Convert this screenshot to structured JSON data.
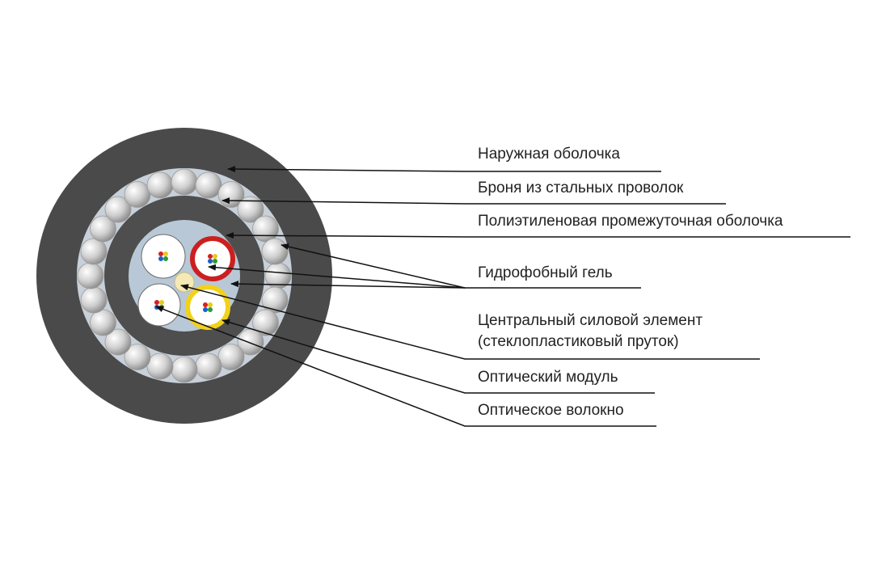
{
  "labels": {
    "outer_sheath": "Наружная оболочка",
    "steel_armor": "Броня из стальных проволок",
    "pe_inner_sheath": "Полиэтиленовая промежуточная оболочка",
    "gel": "Гидрофобный гель",
    "central_member_line1": "Центральный силовой элемент",
    "central_member_line2": "(стеклопластиковый пруток)",
    "optical_module": "Оптический модуль",
    "optical_fiber": "Оптическое волокно"
  },
  "colors": {
    "outer_sheath": "#4a4a4a",
    "armor_gap": "#c8d0da",
    "armor_wire": "#c4c4c4",
    "inner_sheath": "#4e4e4e",
    "core_fill": "#b8c8d6",
    "module_white": "#ffffff",
    "module_red": "#cc1f1f",
    "module_yellow": "#f2d11a",
    "central_member": "#f5e9b5",
    "fiber_red": "#d62020",
    "fiber_green": "#2a9a3a",
    "fiber_blue": "#1f5fc4",
    "fiber_yellow": "#e8c81a",
    "leader_line": "#111111"
  }
}
